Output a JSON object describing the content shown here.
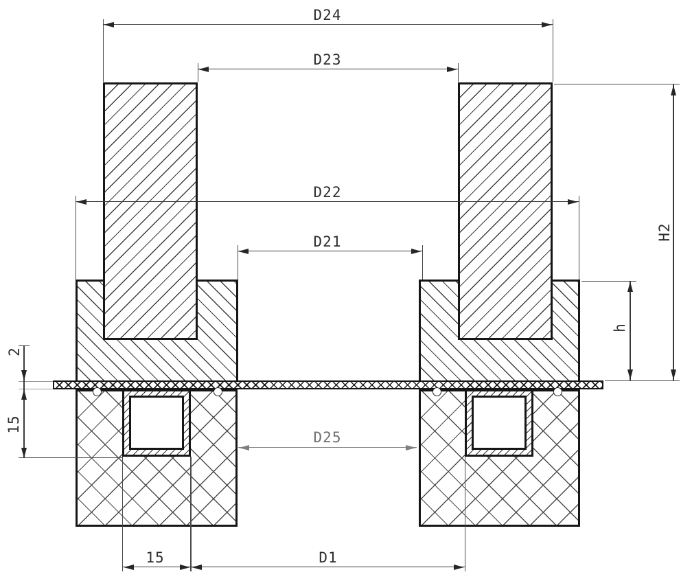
{
  "figure": {
    "kind": "engineering cross-section drawing",
    "background_color": "#ffffff",
    "outline_color": "#161616",
    "dimension_line_color": "#3a3a3a",
    "light_dimension_color": "#868686"
  },
  "dimensions": {
    "d24": "D24",
    "d23": "D23",
    "d22": "D22",
    "d21": "D21",
    "d25": "D25",
    "d1": "D1",
    "h2": "H2",
    "h": "h",
    "strip_thickness": "2",
    "insert_depth": "15",
    "insert_width": "15"
  }
}
